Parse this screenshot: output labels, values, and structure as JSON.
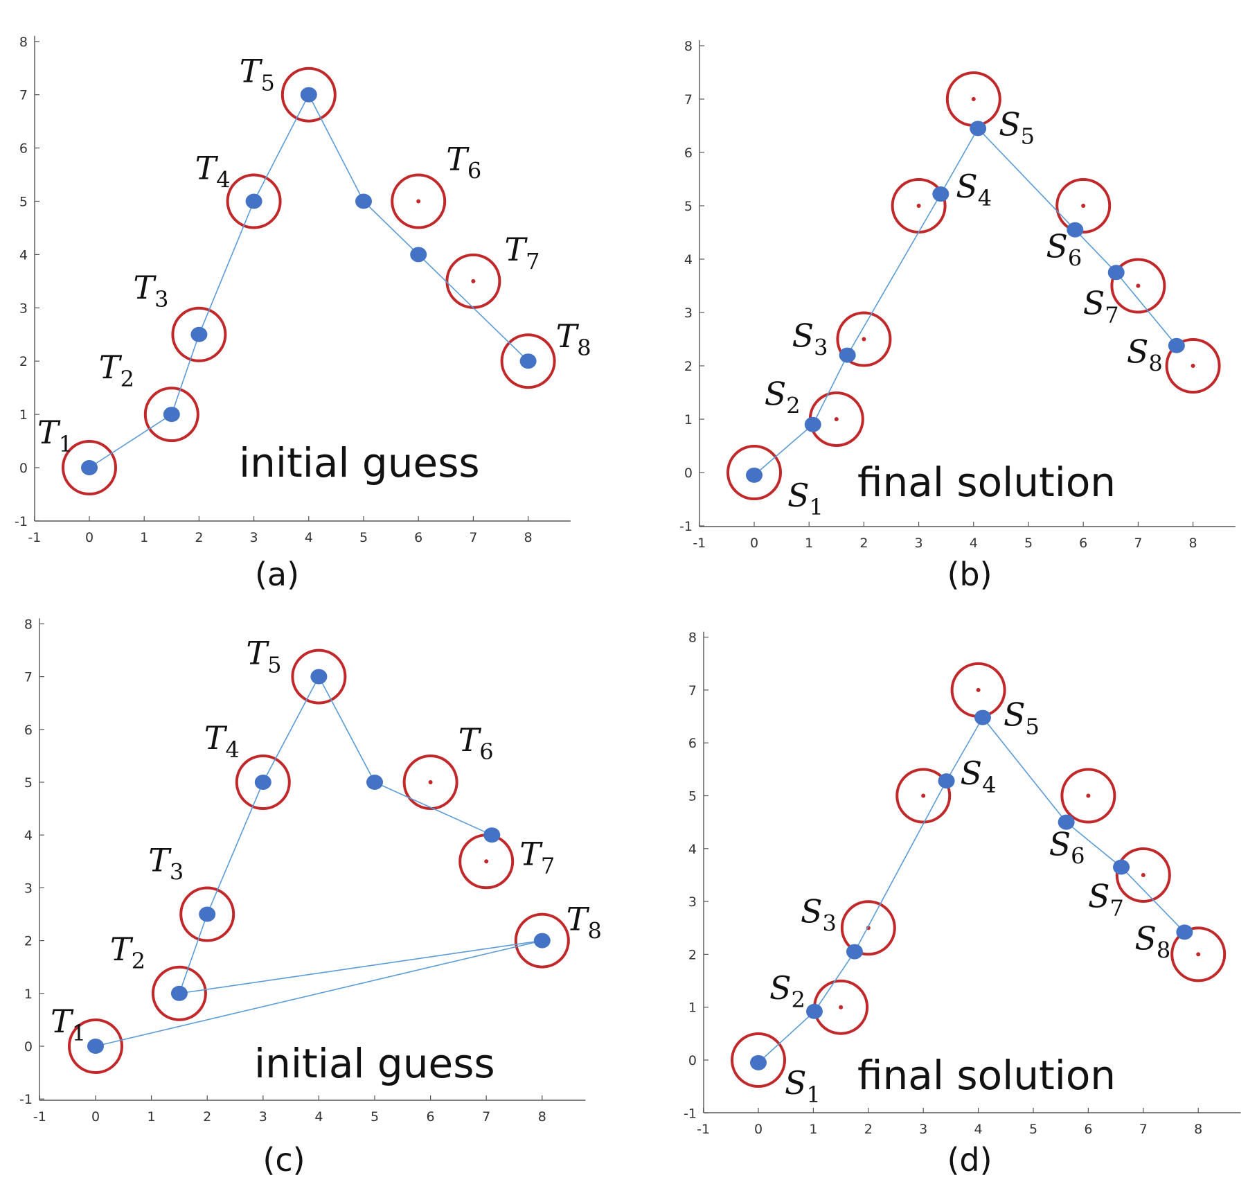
{
  "colors": {
    "path": "#5B9BD5",
    "point": "#4472C4",
    "target_circle": "#C0282A",
    "axis": "#555555"
  },
  "chart_data": [
    {
      "type": "scatter",
      "panel_label": "(a)",
      "annotation": "initial guess",
      "xlim": [
        -1,
        9
      ],
      "ylim": [
        -1,
        8
      ],
      "xticks": [
        "-1",
        "0",
        "1",
        "2",
        "3",
        "4",
        "5",
        "6",
        "7",
        "8"
      ],
      "yticks": [
        "-1",
        "0",
        "1",
        "2",
        "3",
        "4",
        "5",
        "6",
        "7",
        "8"
      ],
      "targets": [
        {
          "x": 0,
          "y": 0,
          "label": "T",
          "sub": "1"
        },
        {
          "x": 1.5,
          "y": 1,
          "label": "T",
          "sub": "2"
        },
        {
          "x": 2,
          "y": 2.5,
          "label": "T",
          "sub": "3"
        },
        {
          "x": 3,
          "y": 5,
          "label": "T",
          "sub": "4"
        },
        {
          "x": 4,
          "y": 7,
          "label": "T",
          "sub": "5"
        },
        {
          "x": 6,
          "y": 5,
          "label": "T",
          "sub": "6"
        },
        {
          "x": 7,
          "y": 3.5,
          "label": "T",
          "sub": "7"
        },
        {
          "x": 8,
          "y": 2,
          "label": "T",
          "sub": "8"
        }
      ],
      "path": [
        [
          0,
          0
        ],
        [
          1.5,
          1
        ],
        [
          2,
          2.5
        ],
        [
          3,
          5
        ],
        [
          4,
          7
        ],
        [
          5,
          5
        ],
        [
          6,
          4
        ],
        [
          8,
          2
        ]
      ]
    },
    {
      "type": "scatter",
      "panel_label": "(b)",
      "annotation": "final solution",
      "xlim": [
        -1,
        9
      ],
      "ylim": [
        -1,
        8
      ],
      "xticks": [
        "-1",
        "0",
        "1",
        "2",
        "3",
        "4",
        "5",
        "6",
        "7",
        "8"
      ],
      "yticks": [
        "-1",
        "0",
        "1",
        "2",
        "3",
        "4",
        "5",
        "6",
        "7",
        "8"
      ],
      "targets": [
        {
          "x": 0,
          "y": 0
        },
        {
          "x": 1.5,
          "y": 1
        },
        {
          "x": 2,
          "y": 2.5
        },
        {
          "x": 3,
          "y": 5
        },
        {
          "x": 4,
          "y": 7
        },
        {
          "x": 6,
          "y": 5
        },
        {
          "x": 7,
          "y": 3.5
        },
        {
          "x": 8,
          "y": 2
        }
      ],
      "path_points": [
        {
          "x": 0,
          "y": -0.05,
          "label": "S",
          "sub": "1"
        },
        {
          "x": 1.07,
          "y": 0.9,
          "label": "S",
          "sub": "2"
        },
        {
          "x": 1.7,
          "y": 2.2,
          "label": "S",
          "sub": "3"
        },
        {
          "x": 3.4,
          "y": 5.22,
          "label": "S",
          "sub": "4"
        },
        {
          "x": 4.08,
          "y": 6.45,
          "label": "S",
          "sub": "5"
        },
        {
          "x": 5.85,
          "y": 4.55,
          "label": "S",
          "sub": "6"
        },
        {
          "x": 6.6,
          "y": 3.75,
          "label": "S",
          "sub": "7"
        },
        {
          "x": 7.7,
          "y": 2.38,
          "label": "S",
          "sub": "8"
        }
      ]
    },
    {
      "type": "scatter",
      "panel_label": "(c)",
      "annotation": "initial guess",
      "xlim": [
        -1,
        9
      ],
      "ylim": [
        -1,
        8
      ],
      "xticks": [
        "-1",
        "0",
        "1",
        "2",
        "3",
        "4",
        "5",
        "6",
        "7",
        "8"
      ],
      "yticks": [
        "-1",
        "0",
        "1",
        "2",
        "3",
        "4",
        "5",
        "6",
        "7",
        "8"
      ],
      "targets": [
        {
          "x": 0,
          "y": 0,
          "label": "T",
          "sub": "1"
        },
        {
          "x": 1.5,
          "y": 1,
          "label": "T",
          "sub": "2"
        },
        {
          "x": 2,
          "y": 2.5,
          "label": "T",
          "sub": "3"
        },
        {
          "x": 3,
          "y": 5,
          "label": "T",
          "sub": "4"
        },
        {
          "x": 4,
          "y": 7,
          "label": "T",
          "sub": "5"
        },
        {
          "x": 6,
          "y": 5,
          "label": "T",
          "sub": "6"
        },
        {
          "x": 7,
          "y": 3.5,
          "label": "T",
          "sub": "7"
        },
        {
          "x": 8,
          "y": 2,
          "label": "T",
          "sub": "8"
        }
      ],
      "path": [
        [
          0,
          0
        ],
        [
          8,
          2
        ],
        [
          1.5,
          1
        ],
        [
          2,
          2.5
        ],
        [
          3,
          5
        ],
        [
          4,
          7
        ],
        [
          5,
          5
        ],
        [
          7.1,
          4
        ]
      ]
    },
    {
      "type": "scatter",
      "panel_label": "(d)",
      "annotation": "final solution",
      "xlim": [
        -1,
        9
      ],
      "ylim": [
        -1,
        8
      ],
      "xticks": [
        "-1",
        "0",
        "1",
        "2",
        "3",
        "4",
        "5",
        "6",
        "7",
        "8"
      ],
      "yticks": [
        "-1",
        "0",
        "1",
        "2",
        "3",
        "4",
        "5",
        "6",
        "7",
        "8"
      ],
      "targets": [
        {
          "x": 0,
          "y": 0
        },
        {
          "x": 1.5,
          "y": 1
        },
        {
          "x": 2,
          "y": 2.5
        },
        {
          "x": 3,
          "y": 5
        },
        {
          "x": 4,
          "y": 7
        },
        {
          "x": 6,
          "y": 5
        },
        {
          "x": 7,
          "y": 3.5
        },
        {
          "x": 8,
          "y": 2
        }
      ],
      "path_points": [
        {
          "x": 0,
          "y": -0.05,
          "label": "S",
          "sub": "1"
        },
        {
          "x": 1.02,
          "y": 0.92,
          "label": "S",
          "sub": "2"
        },
        {
          "x": 1.75,
          "y": 2.05,
          "label": "S",
          "sub": "3"
        },
        {
          "x": 3.42,
          "y": 5.28,
          "label": "S",
          "sub": "4"
        },
        {
          "x": 4.08,
          "y": 6.48,
          "label": "S",
          "sub": "5"
        },
        {
          "x": 5.6,
          "y": 4.5,
          "label": "S",
          "sub": "6"
        },
        {
          "x": 6.6,
          "y": 3.65,
          "label": "S",
          "sub": "7"
        },
        {
          "x": 7.75,
          "y": 2.42,
          "label": "S",
          "sub": "8"
        }
      ]
    }
  ]
}
